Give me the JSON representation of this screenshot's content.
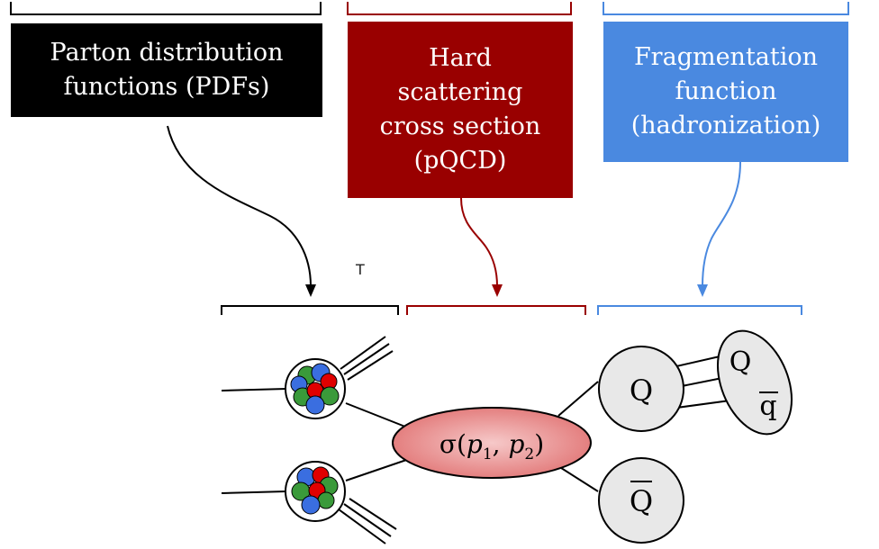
{
  "boxes": {
    "pdf": {
      "label": "Parton distribution\nfunctions (PDFs)",
      "color": "#000000"
    },
    "hard": {
      "label": "Hard\nscattering\ncross section\n(pQCD)",
      "color": "#990000"
    },
    "frag": {
      "label": "Fragmentation\nfunction\n(hadronization)",
      "color": "#4a89e0"
    }
  },
  "stray_text": "T",
  "nodes": {
    "cross_section": {
      "label_prefix": "σ(",
      "p": "p",
      "sub1": "1",
      "sep": ", ",
      "sub2": "2",
      "suffix": ")"
    },
    "quark": {
      "label": "Q"
    },
    "antiquark": {
      "label": "Q"
    },
    "meson_heavy": {
      "label": "Q"
    },
    "meson_light": {
      "label": "q"
    }
  },
  "colors": {
    "black": "#000000",
    "red": "#990000",
    "blue": "#4a89e0",
    "quark_fill": "#e8e8e8",
    "sigma_fill": "#e8888a"
  }
}
